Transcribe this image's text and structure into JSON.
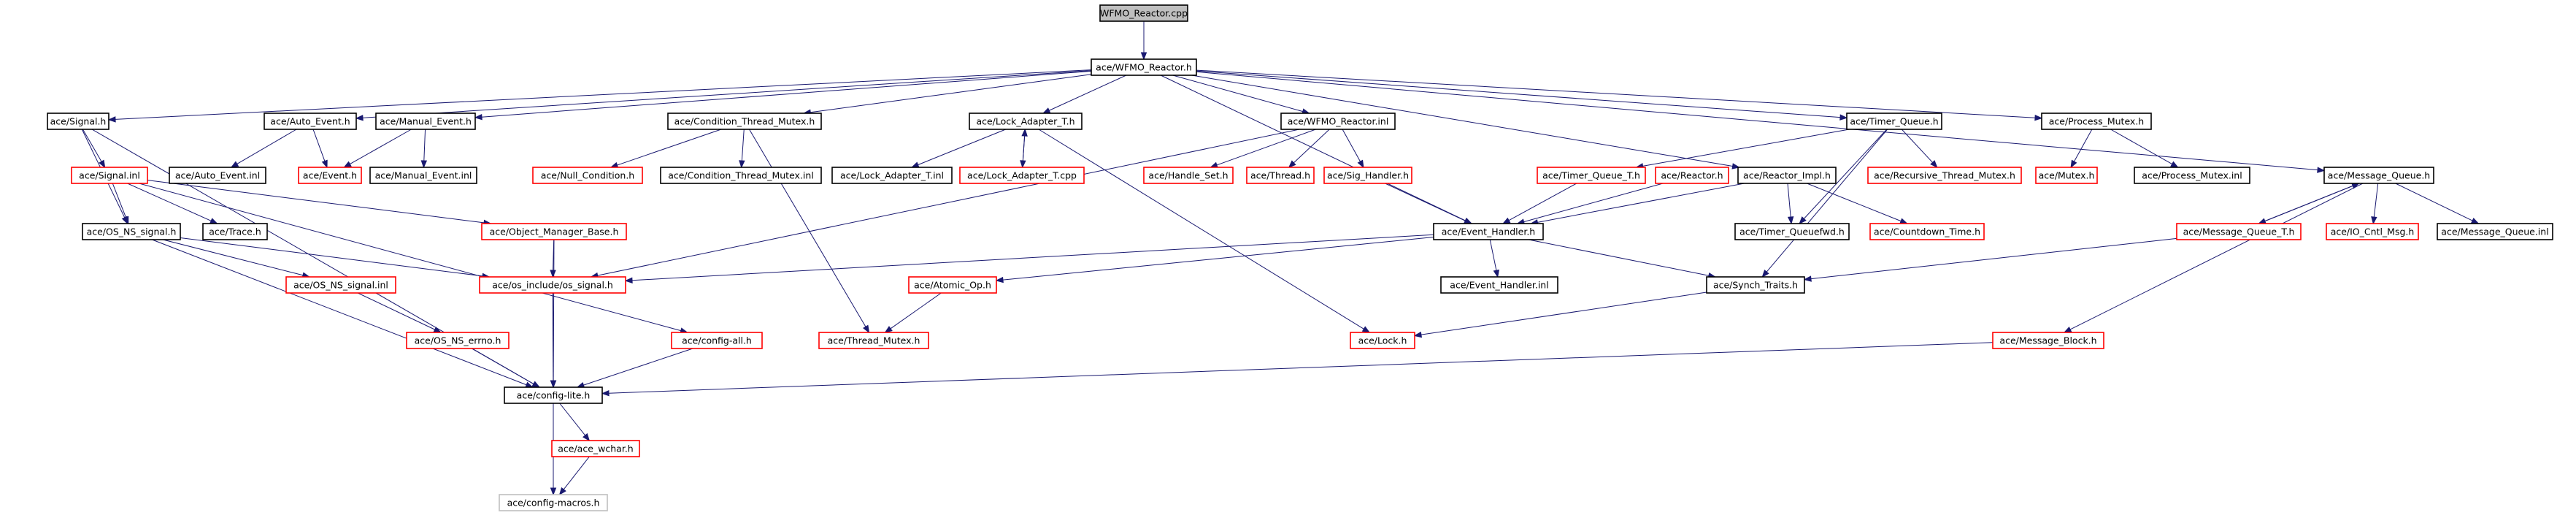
{
  "colors": {
    "edge": "#191970",
    "node_border_default": "#000000",
    "node_border_external": "#ff0000",
    "node_border_unresolved": "#bfbfbf",
    "root_fill": "#bfbfbf",
    "node_fill": "#ffffff"
  },
  "nodes": [
    {
      "id": "n_wfmo_cpp",
      "label": "WFMO_Reactor.cpp",
      "style": "root"
    },
    {
      "id": "n_wfmo_h",
      "label": "ace/WFMO_Reactor.h",
      "style": "normal"
    },
    {
      "id": "n_signal_h",
      "label": "ace/Signal.h",
      "style": "normal"
    },
    {
      "id": "n_auto_event_h",
      "label": "ace/Auto_Event.h",
      "style": "normal"
    },
    {
      "id": "n_manual_event_h",
      "label": "ace/Manual_Event.h",
      "style": "normal"
    },
    {
      "id": "n_cond_thread_mutex_h",
      "label": "ace/Condition_Thread_Mutex.h",
      "style": "normal"
    },
    {
      "id": "n_lock_adapter_t_h",
      "label": "ace/Lock_Adapter_T.h",
      "style": "normal"
    },
    {
      "id": "n_wfmo_inl",
      "label": "ace/WFMO_Reactor.inl",
      "style": "normal"
    },
    {
      "id": "n_timer_queue_h",
      "label": "ace/Timer_Queue.h",
      "style": "normal"
    },
    {
      "id": "n_process_mutex_h",
      "label": "ace/Process_Mutex.h",
      "style": "normal"
    },
    {
      "id": "n_message_queue_h",
      "label": "ace/Message_Queue.h",
      "style": "normal"
    },
    {
      "id": "n_signal_inl",
      "label": "ace/Signal.inl",
      "style": "external"
    },
    {
      "id": "n_auto_event_inl",
      "label": "ace/Auto_Event.inl",
      "style": "normal"
    },
    {
      "id": "n_event_h",
      "label": "ace/Event.h",
      "style": "external"
    },
    {
      "id": "n_manual_event_inl",
      "label": "ace/Manual_Event.inl",
      "style": "normal"
    },
    {
      "id": "n_null_condition_h",
      "label": "ace/Null_Condition.h",
      "style": "external"
    },
    {
      "id": "n_cond_thread_mutex_inl",
      "label": "ace/Condition_Thread_Mutex.inl",
      "style": "normal"
    },
    {
      "id": "n_lock_adapter_t_inl",
      "label": "ace/Lock_Adapter_T.inl",
      "style": "normal"
    },
    {
      "id": "n_lock_adapter_t_cpp",
      "label": "ace/Lock_Adapter_T.cpp",
      "style": "external"
    },
    {
      "id": "n_handle_set_h",
      "label": "ace/Handle_Set.h",
      "style": "external"
    },
    {
      "id": "n_thread_h",
      "label": "ace/Thread.h",
      "style": "external"
    },
    {
      "id": "n_sig_handler_h",
      "label": "ace/Sig_Handler.h",
      "style": "external"
    },
    {
      "id": "n_timer_queue_t_h",
      "label": "ace/Timer_Queue_T.h",
      "style": "external"
    },
    {
      "id": "n_reactor_h",
      "label": "ace/Reactor.h",
      "style": "external"
    },
    {
      "id": "n_reactor_impl_h",
      "label": "ace/Reactor_Impl.h",
      "style": "normal"
    },
    {
      "id": "n_recursive_thread_mutex_h",
      "label": "ace/Recursive_Thread_Mutex.h",
      "style": "external"
    },
    {
      "id": "n_mutex_h",
      "label": "ace/Mutex.h",
      "style": "external"
    },
    {
      "id": "n_process_mutex_inl",
      "label": "ace/Process_Mutex.inl",
      "style": "normal"
    },
    {
      "id": "n_os_ns_signal_h",
      "label": "ace/OS_NS_signal.h",
      "style": "normal"
    },
    {
      "id": "n_trace_h",
      "label": "ace/Trace.h",
      "style": "normal"
    },
    {
      "id": "n_object_manager_base_h",
      "label": "ace/Object_Manager_Base.h",
      "style": "external"
    },
    {
      "id": "n_event_handler_h",
      "label": "ace/Event_Handler.h",
      "style": "normal"
    },
    {
      "id": "n_timer_queuefwd_h",
      "label": "ace/Timer_Queuefwd.h",
      "style": "normal"
    },
    {
      "id": "n_countdown_time_h",
      "label": "ace/Countdown_Time.h",
      "style": "external"
    },
    {
      "id": "n_message_queue_t_h",
      "label": "ace/Message_Queue_T.h",
      "style": "external"
    },
    {
      "id": "n_io_cntl_msg_h",
      "label": "ace/IO_Cntl_Msg.h",
      "style": "external"
    },
    {
      "id": "n_message_queue_inl",
      "label": "ace/Message_Queue.inl",
      "style": "normal"
    },
    {
      "id": "n_os_ns_signal_inl",
      "label": "ace/OS_NS_signal.inl",
      "style": "external"
    },
    {
      "id": "n_os_include_os_signal_h",
      "label": "ace/os_include/os_signal.h",
      "style": "external"
    },
    {
      "id": "n_atomic_op_h",
      "label": "ace/Atomic_Op.h",
      "style": "external"
    },
    {
      "id": "n_event_handler_inl",
      "label": "ace/Event_Handler.inl",
      "style": "normal"
    },
    {
      "id": "n_synch_traits_h",
      "label": "ace/Synch_Traits.h",
      "style": "normal"
    },
    {
      "id": "n_os_ns_errno_h",
      "label": "ace/OS_NS_errno.h",
      "style": "external"
    },
    {
      "id": "n_config_all_h",
      "label": "ace/config-all.h",
      "style": "external"
    },
    {
      "id": "n_thread_mutex_h",
      "label": "ace/Thread_Mutex.h",
      "style": "external"
    },
    {
      "id": "n_lock_h",
      "label": "ace/Lock.h",
      "style": "external"
    },
    {
      "id": "n_message_block_h",
      "label": "ace/Message_Block.h",
      "style": "external"
    },
    {
      "id": "n_config_lite_h",
      "label": "ace/config-lite.h",
      "style": "normal"
    },
    {
      "id": "n_ace_wchar_h",
      "label": "ace/ace_wchar.h",
      "style": "external"
    },
    {
      "id": "n_config_macros_h",
      "label": "ace/config-macros.h",
      "style": "unresolved"
    }
  ],
  "edges": [
    [
      "n_wfmo_cpp",
      "n_wfmo_h"
    ],
    [
      "n_wfmo_h",
      "n_signal_h"
    ],
    [
      "n_wfmo_h",
      "n_auto_event_h"
    ],
    [
      "n_wfmo_h",
      "n_manual_event_h"
    ],
    [
      "n_wfmo_h",
      "n_cond_thread_mutex_h"
    ],
    [
      "n_wfmo_h",
      "n_lock_adapter_t_h"
    ],
    [
      "n_wfmo_h",
      "n_wfmo_inl"
    ],
    [
      "n_wfmo_h",
      "n_timer_queue_h"
    ],
    [
      "n_wfmo_h",
      "n_process_mutex_h"
    ],
    [
      "n_wfmo_h",
      "n_message_queue_h"
    ],
    [
      "n_wfmo_h",
      "n_reactor_impl_h"
    ],
    [
      "n_wfmo_h",
      "n_event_handler_h"
    ],
    [
      "n_signal_h",
      "n_signal_inl"
    ],
    [
      "n_signal_h",
      "n_os_ns_signal_h"
    ],
    [
      "n_signal_h",
      "n_config_lite_h"
    ],
    [
      "n_auto_event_h",
      "n_auto_event_inl"
    ],
    [
      "n_auto_event_h",
      "n_event_h"
    ],
    [
      "n_manual_event_h",
      "n_event_h"
    ],
    [
      "n_manual_event_h",
      "n_manual_event_inl"
    ],
    [
      "n_cond_thread_mutex_h",
      "n_null_condition_h"
    ],
    [
      "n_cond_thread_mutex_h",
      "n_cond_thread_mutex_inl"
    ],
    [
      "n_cond_thread_mutex_h",
      "n_thread_mutex_h"
    ],
    [
      "n_lock_adapter_t_h",
      "n_lock_adapter_t_inl"
    ],
    [
      "n_lock_adapter_t_h",
      "n_lock_adapter_t_cpp"
    ],
    [
      "n_lock_adapter_t_cpp",
      "n_lock_adapter_t_h"
    ],
    [
      "n_lock_adapter_t_h",
      "n_lock_h"
    ],
    [
      "n_wfmo_inl",
      "n_handle_set_h"
    ],
    [
      "n_wfmo_inl",
      "n_thread_h"
    ],
    [
      "n_wfmo_inl",
      "n_sig_handler_h"
    ],
    [
      "n_wfmo_inl",
      "n_os_include_os_signal_h"
    ],
    [
      "n_sig_handler_h",
      "n_event_handler_h"
    ],
    [
      "n_timer_queue_h",
      "n_timer_queue_t_h"
    ],
    [
      "n_timer_queue_h",
      "n_recursive_thread_mutex_h"
    ],
    [
      "n_timer_queue_h",
      "n_timer_queuefwd_h"
    ],
    [
      "n_timer_queue_h",
      "n_synch_traits_h"
    ],
    [
      "n_timer_queue_t_h",
      "n_event_handler_h"
    ],
    [
      "n_reactor_h",
      "n_event_handler_h"
    ],
    [
      "n_reactor_impl_h",
      "n_timer_queuefwd_h"
    ],
    [
      "n_reactor_impl_h",
      "n_countdown_time_h"
    ],
    [
      "n_reactor_impl_h",
      "n_event_handler_h"
    ],
    [
      "n_process_mutex_h",
      "n_mutex_h"
    ],
    [
      "n_process_mutex_h",
      "n_process_mutex_inl"
    ],
    [
      "n_message_queue_h",
      "n_message_queue_t_h"
    ],
    [
      "n_message_queue_h",
      "n_io_cntl_msg_h"
    ],
    [
      "n_message_queue_h",
      "n_message_queue_inl"
    ],
    [
      "n_message_queue_h",
      "n_message_block_h"
    ],
    [
      "n_message_queue_t_h",
      "n_message_queue_h"
    ],
    [
      "n_message_queue_t_h",
      "n_synch_traits_h"
    ],
    [
      "n_signal_inl",
      "n_os_ns_signal_h"
    ],
    [
      "n_signal_inl",
      "n_trace_h"
    ],
    [
      "n_signal_inl",
      "n_object_manager_base_h"
    ],
    [
      "n_signal_inl",
      "n_config_all_h"
    ],
    [
      "n_os_ns_signal_h",
      "n_os_ns_signal_inl"
    ],
    [
      "n_os_ns_signal_h",
      "n_os_include_os_signal_h"
    ],
    [
      "n_os_ns_signal_h",
      "n_config_lite_h"
    ],
    [
      "n_os_ns_signal_inl",
      "n_os_ns_errno_h"
    ],
    [
      "n_object_manager_base_h",
      "n_os_include_os_signal_h"
    ],
    [
      "n_object_manager_base_h",
      "n_config_lite_h"
    ],
    [
      "n_event_handler_h",
      "n_os_include_os_signal_h"
    ],
    [
      "n_event_handler_h",
      "n_atomic_op_h"
    ],
    [
      "n_event_handler_h",
      "n_event_handler_inl"
    ],
    [
      "n_event_handler_h",
      "n_synch_traits_h"
    ],
    [
      "n_atomic_op_h",
      "n_thread_mutex_h"
    ],
    [
      "n_synch_traits_h",
      "n_lock_h"
    ],
    [
      "n_os_include_os_signal_h",
      "n_config_lite_h"
    ],
    [
      "n_os_ns_errno_h",
      "n_config_lite_h"
    ],
    [
      "n_config_all_h",
      "n_config_lite_h"
    ],
    [
      "n_message_block_h",
      "n_config_lite_h"
    ],
    [
      "n_config_lite_h",
      "n_ace_wchar_h"
    ],
    [
      "n_config_lite_h",
      "n_config_macros_h"
    ],
    [
      "n_ace_wchar_h",
      "n_config_macros_h"
    ]
  ]
}
